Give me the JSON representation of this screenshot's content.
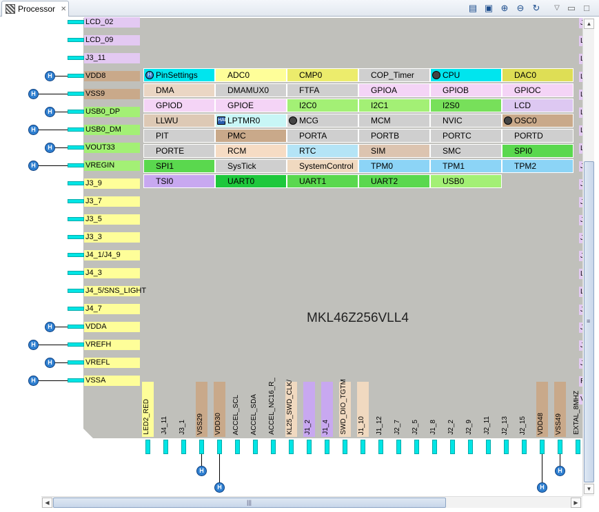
{
  "tab": {
    "title": "Processor"
  },
  "chip": {
    "name": "MKL46Z256VLL4"
  },
  "left_pins": [
    {
      "label": "LCD_02",
      "color": "#e3c9f2",
      "conn": false
    },
    {
      "label": "LCD_09",
      "color": "#e3c9f2",
      "conn": false
    },
    {
      "label": "J3_11",
      "color": "#e3c9f2",
      "conn": false
    },
    {
      "label": "VDD8",
      "color": "#c9a98a",
      "conn": true
    },
    {
      "label": "VSS9",
      "color": "#c9a98a",
      "conn": true
    },
    {
      "label": "USB0_DP",
      "color": "#a3f075",
      "conn": true
    },
    {
      "label": "USB0_DM",
      "color": "#a3f075",
      "conn": true
    },
    {
      "label": "VOUT33",
      "color": "#a3f075",
      "conn": true
    },
    {
      "label": "VREGIN",
      "color": "#a3f075",
      "conn": true
    },
    {
      "label": "J3_9",
      "color": "#fefe99",
      "conn": false
    },
    {
      "label": "J3_7",
      "color": "#fefe99",
      "conn": false
    },
    {
      "label": "J3_5",
      "color": "#fefe99",
      "conn": false
    },
    {
      "label": "J3_3",
      "color": "#fefe99",
      "conn": false
    },
    {
      "label": "J4_1/J4_9",
      "color": "#fefe99",
      "conn": false
    },
    {
      "label": "J4_3",
      "color": "#fefe99",
      "conn": false
    },
    {
      "label": "J4_5/SNS_LIGHT",
      "color": "#fefe99",
      "conn": false
    },
    {
      "label": "J4_7",
      "color": "#fefe99",
      "conn": false
    },
    {
      "label": "VDDA",
      "color": "#fefe99",
      "conn": true
    },
    {
      "label": "VREFH",
      "color": "#fefe99",
      "conn": true
    },
    {
      "label": "VREFL",
      "color": "#fefe99",
      "conn": true
    },
    {
      "label": "VSSA",
      "color": "#fefe99",
      "conn": true
    }
  ],
  "bottom_pins": [
    {
      "label": "LED2_RED",
      "color": "#fefe99",
      "conn": false
    },
    {
      "label": "J4_11",
      "color": "",
      "conn": false
    },
    {
      "label": "J3_1",
      "color": "",
      "conn": false
    },
    {
      "label": "VSS29",
      "color": "#c9a98a",
      "conn": true
    },
    {
      "label": "VDD30",
      "color": "#c9a98a",
      "conn": true
    },
    {
      "label": "ACCEL_SCL",
      "color": "",
      "conn": false
    },
    {
      "label": "ACCEL_SDA",
      "color": "",
      "conn": false
    },
    {
      "label": "ACCEL_NC16_R_",
      "color": "",
      "conn": false
    },
    {
      "label": "KL25_SWD_CLK/",
      "color": "#f0d9c0",
      "conn": false
    },
    {
      "label": "J1_2",
      "color": "#c8a8f0",
      "conn": false
    },
    {
      "label": "J1_4",
      "color": "#c8a8f0",
      "conn": false
    },
    {
      "label": "SWD_DIO_TGTM",
      "color": "#f0d9c0",
      "conn": false
    },
    {
      "label": "J1_10",
      "color": "#f0d9c0",
      "conn": false
    },
    {
      "label": "J1_12",
      "color": "",
      "conn": false
    },
    {
      "label": "J2_7",
      "color": "",
      "conn": false
    },
    {
      "label": "J2_5",
      "color": "",
      "conn": false
    },
    {
      "label": "J1_8",
      "color": "",
      "conn": false
    },
    {
      "label": "J2_2",
      "color": "",
      "conn": false
    },
    {
      "label": "J2_9",
      "color": "",
      "conn": false
    },
    {
      "label": "J2_11",
      "color": "",
      "conn": false
    },
    {
      "label": "J2_13",
      "color": "",
      "conn": false
    },
    {
      "label": "J2_15",
      "color": "",
      "conn": false
    },
    {
      "label": "VDD48",
      "color": "#c9a98a",
      "conn": true
    },
    {
      "label": "VSS49",
      "color": "#c9a98a",
      "conn": true
    },
    {
      "label": "EXTAL_8MHZ",
      "color": "",
      "conn": false
    }
  ],
  "components": [
    {
      "label": "PinSettings",
      "color": "#00e5ee",
      "icon": "pin-settings-icon"
    },
    {
      "label": "ADC0",
      "color": "#fefe99",
      "icon": ""
    },
    {
      "label": "CMP0",
      "color": "#ecec6c",
      "icon": ""
    },
    {
      "label": "COP_Timer",
      "color": "#cfcfcf",
      "icon": ""
    },
    {
      "label": "CPU",
      "color": "#00e5ee",
      "icon": "chip-icon"
    },
    {
      "label": "DAC0",
      "color": "#dede55",
      "icon": ""
    },
    {
      "label": "DMA",
      "color": "#ead6c4",
      "icon": ""
    },
    {
      "label": "DMAMUX0",
      "color": "#cfcfcf",
      "icon": ""
    },
    {
      "label": "FTFA",
      "color": "#cfcfcf",
      "icon": ""
    },
    {
      "label": "GPIOA",
      "color": "#f4d4f6",
      "icon": ""
    },
    {
      "label": "GPIOB",
      "color": "#f4d4f6",
      "icon": ""
    },
    {
      "label": "GPIOC",
      "color": "#f4d4f6",
      "icon": ""
    },
    {
      "label": "GPIOD",
      "color": "#f4d4f6",
      "icon": ""
    },
    {
      "label": "GPIOE",
      "color": "#f4d4f6",
      "icon": ""
    },
    {
      "label": "I2C0",
      "color": "#a3f075",
      "icon": ""
    },
    {
      "label": "I2C1",
      "color": "#a3f075",
      "icon": ""
    },
    {
      "label": "I2S0",
      "color": "#77e05a",
      "icon": ""
    },
    {
      "label": "LCD",
      "color": "#ddc8f2",
      "icon": ""
    },
    {
      "label": "LLWU",
      "color": "#ddc9b5",
      "icon": ""
    },
    {
      "label": "LPTMR0",
      "color": "#c8f6f6",
      "icon": "hal-icon"
    },
    {
      "label": "MCG",
      "color": "#cfcfcf",
      "icon": "chip-icon"
    },
    {
      "label": "MCM",
      "color": "#cfcfcf",
      "icon": ""
    },
    {
      "label": "NVIC",
      "color": "#cfcfcf",
      "icon": ""
    },
    {
      "label": "OSC0",
      "color": "#c9a98a",
      "icon": "chip-icon"
    },
    {
      "label": "PIT",
      "color": "#cfcfcf",
      "icon": ""
    },
    {
      "label": "PMC",
      "color": "#c9a98a",
      "icon": ""
    },
    {
      "label": "PORTA",
      "color": "#cfcfcf",
      "icon": ""
    },
    {
      "label": "PORTB",
      "color": "#cfcfcf",
      "icon": ""
    },
    {
      "label": "PORTC",
      "color": "#cfcfcf",
      "icon": ""
    },
    {
      "label": "PORTD",
      "color": "#cfcfcf",
      "icon": ""
    },
    {
      "label": "PORTE",
      "color": "#cfcfcf",
      "icon": ""
    },
    {
      "label": "RCM",
      "color": "#f6dcc4",
      "icon": ""
    },
    {
      "label": "RTC",
      "color": "#b4e4f6",
      "icon": ""
    },
    {
      "label": "SIM",
      "color": "#dcc4b0",
      "icon": ""
    },
    {
      "label": "SMC",
      "color": "#cfcfcf",
      "icon": ""
    },
    {
      "label": "SPI0",
      "color": "#5ad84e",
      "icon": ""
    },
    {
      "label": "SPI1",
      "color": "#5ad84e",
      "icon": ""
    },
    {
      "label": "SysTick",
      "color": "#cfcfcf",
      "icon": ""
    },
    {
      "label": "SystemControl",
      "color": "#f0d9c0",
      "icon": ""
    },
    {
      "label": "TPM0",
      "color": "#8cd4f6",
      "icon": ""
    },
    {
      "label": "TPM1",
      "color": "#8cd4f6",
      "icon": ""
    },
    {
      "label": "TPM2",
      "color": "#8cd4f6",
      "icon": ""
    },
    {
      "label": "TSI0",
      "color": "#c8a8f0",
      "icon": ""
    },
    {
      "label": "UART0",
      "color": "#1ec83c",
      "icon": ""
    },
    {
      "label": "UART1",
      "color": "#5ad84e",
      "icon": ""
    },
    {
      "label": "UART2",
      "color": "#5ad84e",
      "icon": ""
    },
    {
      "label": "USB0",
      "color": "#a3f075",
      "icon": ""
    }
  ],
  "right_letters": [
    "J",
    "L",
    "L",
    "L",
    "L",
    "L",
    "L",
    "L",
    "J",
    "J",
    "J",
    "J",
    "J",
    "J",
    "L",
    "L",
    "J",
    "J",
    "J",
    "J",
    "R",
    "V"
  ],
  "toolbar": [
    "page-icon",
    "chip-view-icon",
    "zoom-in-icon",
    "zoom-out-icon",
    "refresh-icon",
    "view-menu-icon",
    "minimize-icon",
    "maximize-icon"
  ],
  "connector_glyph": "H"
}
